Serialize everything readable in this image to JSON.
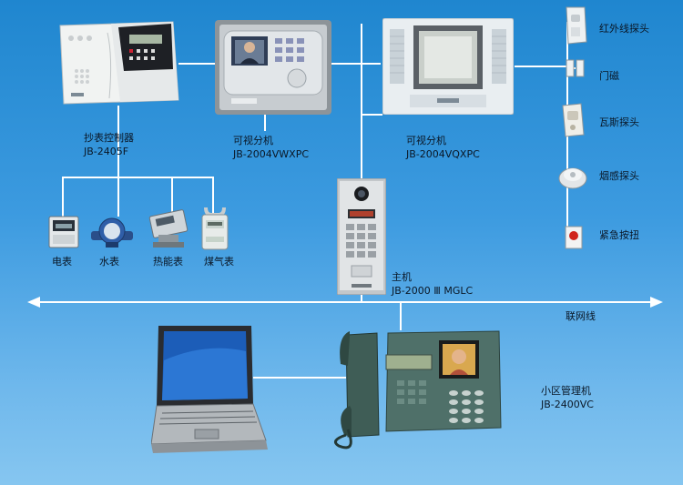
{
  "colors": {
    "background_top": "#1f86cf",
    "background_bottom": "#86c6f0",
    "line": "#ffffff",
    "text": "#0a1726"
  },
  "devices": {
    "meter_controller": {
      "name": "抄表控制器",
      "model": "JB-2405F",
      "icon": "meter-controller-panel"
    },
    "video_unit_1": {
      "name": "可视分机",
      "model": "JB-2004VWXPC",
      "icon": "video-intercom-unit"
    },
    "video_unit_2": {
      "name": "可视分机",
      "model": "JB-2004VQXPC",
      "icon": "video-intercom-unit-white"
    },
    "main_unit": {
      "name": "主机",
      "model": "JB-2000 Ⅲ MGLC",
      "icon": "door-station-panel"
    },
    "management_unit": {
      "name": "小区管理机",
      "model": "JB-2400VC",
      "icon": "management-console-phone"
    },
    "laptop": {
      "icon": "laptop-computer"
    }
  },
  "meters": [
    {
      "label": "电表",
      "icon": "electric-meter"
    },
    {
      "label": "水表",
      "icon": "water-meter"
    },
    {
      "label": "热能表",
      "icon": "heat-meter"
    },
    {
      "label": "煤气表",
      "icon": "gas-meter"
    }
  ],
  "sensors": [
    {
      "label": "红外线探头",
      "icon": "infrared-sensor"
    },
    {
      "label": "门磁",
      "icon": "door-magnet-sensor"
    },
    {
      "label": "瓦斯探头",
      "icon": "gas-detector"
    },
    {
      "label": "烟感探头",
      "icon": "smoke-detector"
    },
    {
      "label": "紧急按扭",
      "icon": "emergency-button"
    }
  ],
  "network": {
    "label": "联网线"
  }
}
